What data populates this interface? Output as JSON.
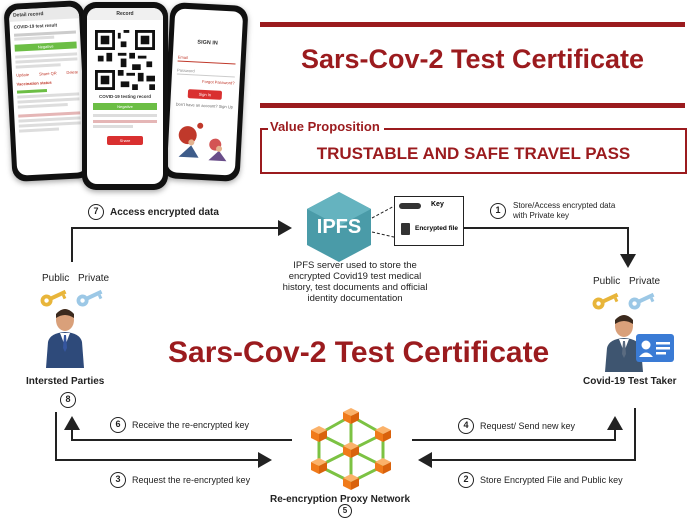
{
  "phones": {
    "left": {
      "header": "Detail record",
      "record_title": "COVID-19 test result",
      "status": "Negative",
      "tabs": [
        "Update",
        "Share QR",
        "Delete"
      ],
      "section": "Vaccination status"
    },
    "middle": {
      "header": "Record",
      "caption": "COVID-19 testing record",
      "status": "Negative",
      "button": "Share"
    },
    "right": {
      "heading": "SIGN IN",
      "field_email": "Email",
      "field_password": "Password",
      "link": "Forgot Password?",
      "button": "Sign In",
      "footer": "Don't have an account? Sign Up"
    }
  },
  "title_top": "Sars-Cov-2 Test Certificate",
  "value_proposition": {
    "label": "Value Proposition",
    "text": "TRUSTABLE AND SAFE TRAVEL PASS"
  },
  "ipfs": {
    "logo": "IPFS",
    "legend_key": "Key",
    "legend_file": "Encrypted file",
    "caption": "IPFS server used to store the encrypted Covid19 test medical history, test documents and official identity documentation"
  },
  "left_party": {
    "public_label": "Public",
    "private_label": "Private",
    "name": "Intersted Parties",
    "number": "8"
  },
  "right_party": {
    "public_label": "Public",
    "private_label": "Private",
    "name": "Covid-19 Test Taker"
  },
  "title_center": "Sars-Cov-2 Test Certificate",
  "network": {
    "name": "Re-encryption Proxy Network",
    "number": "5"
  },
  "steps": [
    {
      "num": "1",
      "text": "Store/Access encrypted data with Private key"
    },
    {
      "num": "2",
      "text": "Store Encrypted File and Public key"
    },
    {
      "num": "3",
      "text": "Request the re-encrypted key"
    },
    {
      "num": "4",
      "text": "Request/ Send new key"
    },
    {
      "num": "6",
      "text": "Receive the re-encrypted key"
    },
    {
      "num": "7",
      "text": "Access encrypted data"
    }
  ],
  "colors": {
    "brand_red": "#9b1b1e",
    "ipfs_teal": "#4a9ba8",
    "key_gold": "#e8b53a",
    "key_blue": "#9cc8e6",
    "cube_orange": "#f07a1a",
    "link_green": "#7cc243"
  }
}
